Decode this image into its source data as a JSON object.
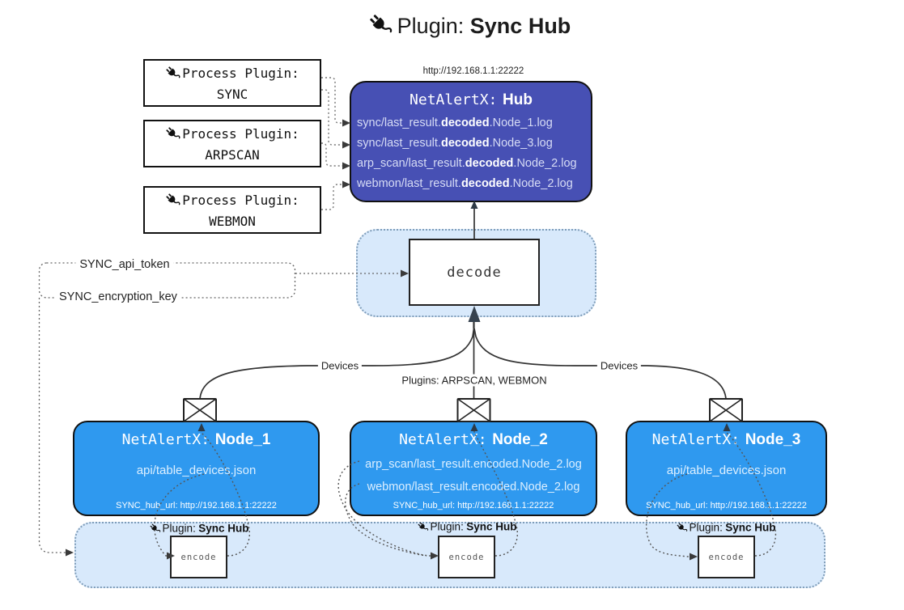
{
  "colors": {
    "hub-fill": "#4750b4",
    "node-fill": "#2f99ef",
    "panel-fill": "#d8e9fb",
    "panel-border": "#7f9db9",
    "hub-text": "#d7dcf5",
    "node-text": "#dcefff"
  },
  "title": {
    "prefix": "Plugin:",
    "bold": "Sync Hub"
  },
  "hub": {
    "url": "http://192.168.1.1:22222",
    "name_prefix": "NetAlertX:",
    "name_bold": "Hub",
    "items": [
      {
        "pre": "sync/last_result.",
        "bold": "decoded",
        "post": ".Node_1.log"
      },
      {
        "pre": "sync/last_result.",
        "bold": "decoded",
        "post": ".Node_3.log"
      },
      {
        "pre": "arp_scan/last_result.",
        "bold": "decoded",
        "post": ".Node_2.log"
      },
      {
        "pre": "webmon/last_result.",
        "bold": "decoded",
        "post": ".Node_2.log"
      }
    ]
  },
  "process_plugins": [
    {
      "label": "Process Plugin:",
      "name": "SYNC"
    },
    {
      "label": "Process Plugin:",
      "name": "ARPSCAN"
    },
    {
      "label": "Process Plugin:",
      "name": "WEBMON"
    }
  ],
  "settings": {
    "api_token": "SYNC_api_token",
    "encryption_key": "SYNC_encryption_key"
  },
  "decode_label": "decode",
  "edge_labels": {
    "devices_left": "Devices",
    "plugins_center": "Plugins: ARPSCAN, WEBMON",
    "devices_right": "Devices"
  },
  "nodes": [
    {
      "name_prefix": "NetAlertX:",
      "name_bold": "Node_1",
      "lines": [
        "api/table_devices.json"
      ],
      "footer": "SYNC_hub_url: http://192.168.1.1:22222"
    },
    {
      "name_prefix": "NetAlertX:",
      "name_bold": "Node_2",
      "lines": [
        "arp_scan/last_result.encoded.Node_2.log",
        "webmon/last_result.encoded.Node_2.log"
      ],
      "footer": "SYNC_hub_url: http://192.168.1.1:22222"
    },
    {
      "name_prefix": "NetAlertX:",
      "name_bold": "Node_3",
      "lines": [
        "api/table_devices.json"
      ],
      "footer": "SYNC_hub_url: http://192.168.1.1:22222"
    }
  ],
  "encoders": [
    {
      "label": "Plugin:",
      "label_bold": "Sync Hub",
      "box": "encode"
    },
    {
      "label": "Plugin:",
      "label_bold": "Sync Hub",
      "box": "encode"
    },
    {
      "label": "Plugin:",
      "label_bold": "Sync Hub",
      "box": "encode"
    }
  ]
}
